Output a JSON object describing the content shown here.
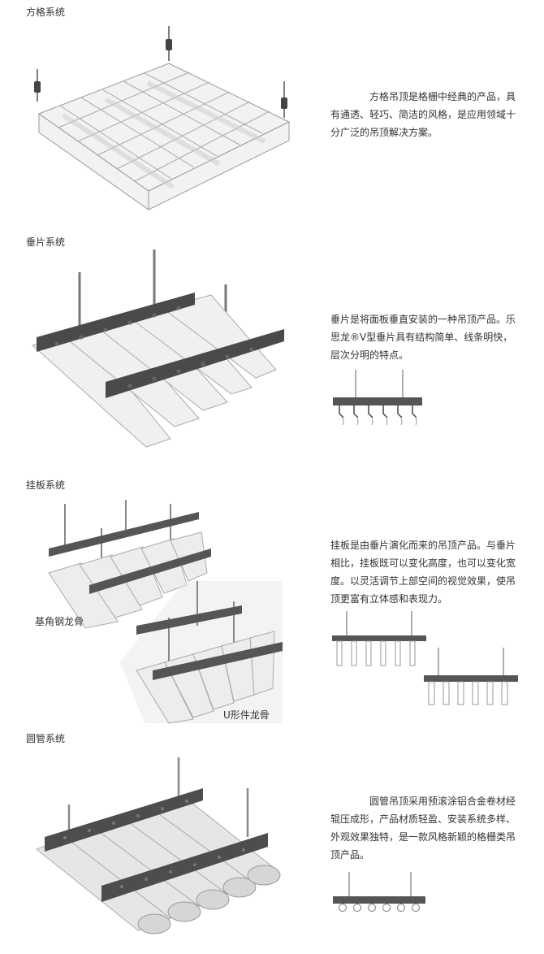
{
  "sections": [
    {
      "title": "方格系统",
      "description": "　　　　方格吊顶是格栅中经典的产品，具有通透、轻巧、简洁的风格，是应用领域十分广泛的吊顶解决方案。"
    },
    {
      "title": "垂片系统",
      "description": "垂片是将面板垂直安装的一种吊顶产品。乐思龙®V型垂片具有结构简单、线条明快，层次分明的特点。"
    },
    {
      "title": "挂板系统",
      "description": "挂板是由垂片演化而来的吊顶产品。与垂片相比，挂板既可以变化高度，也可以变化宽度。以灵活调节上部空间的视觉效果，使吊顶更富有立体感和表现力。",
      "captions": {
        "angle_steel": "基角钢龙骨",
        "u_keel": "U形件龙骨"
      }
    },
    {
      "title": "圆管系统",
      "description": "　　　　圆管吊顶采用预滚涂铝合金卷材经辊压成形，产品材质轻盈、安装系统多样、外观效果独特，是一款风格新颖的格栅类吊顶产品。"
    }
  ]
}
